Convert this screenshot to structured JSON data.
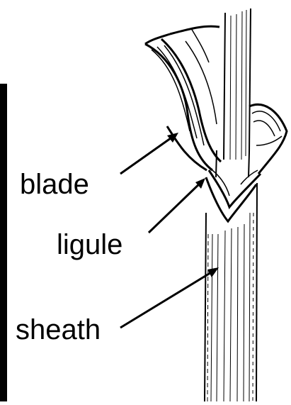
{
  "labels": {
    "blade": "blade",
    "ligule": "ligule",
    "sheath": "sheath"
  },
  "colors": {
    "ink": "#000000",
    "background": "#ffffff"
  }
}
